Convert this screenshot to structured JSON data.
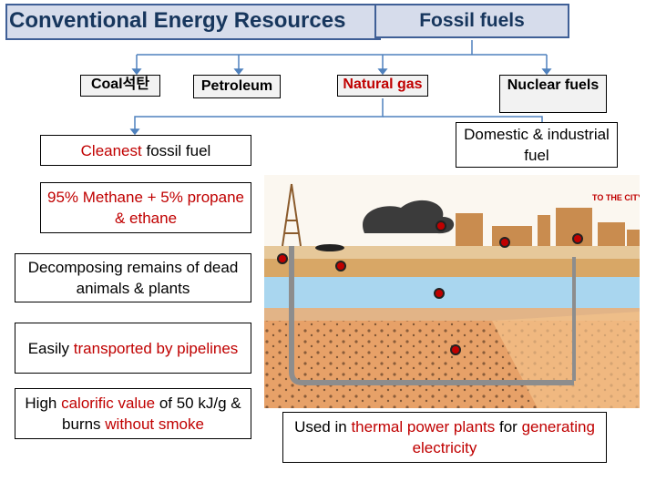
{
  "header": {
    "title": "Conventional Energy Resources",
    "fossil_label": "Fossil fuels"
  },
  "categories": {
    "coal": "Coal석탄",
    "petroleum": "Petroleum",
    "natural_gas": "Natural gas",
    "nuclear": "Nuclear fuels"
  },
  "facts": {
    "cleanest_red": "Cleanest",
    "cleanest_rest": " fossil fuel",
    "domestic": "Domestic & industrial fuel",
    "methane": "95% Methane + 5% propane & ethane",
    "decomposing": "Decomposing remains of dead animals & plants",
    "transport_pre": "Easily ",
    "transport_red": "transported by pipelines",
    "calorific_pre": "High ",
    "calorific_red": "calorific value",
    "calorific_mid": " of 50 kJ/g & burns ",
    "calorific_red2": "without smoke",
    "usage_pre": "Used in ",
    "usage_red": "thermal power plants",
    "usage_mid": " for ",
    "usage_red2": "generating electricity"
  },
  "illustration": {
    "sign": "TO THE CITY"
  },
  "colors": {
    "title_fill": "#d6dceb",
    "title_border": "#3f5f96",
    "title_text": "#17365d",
    "highlight": "#c00000",
    "connector": "#4f81bd"
  }
}
